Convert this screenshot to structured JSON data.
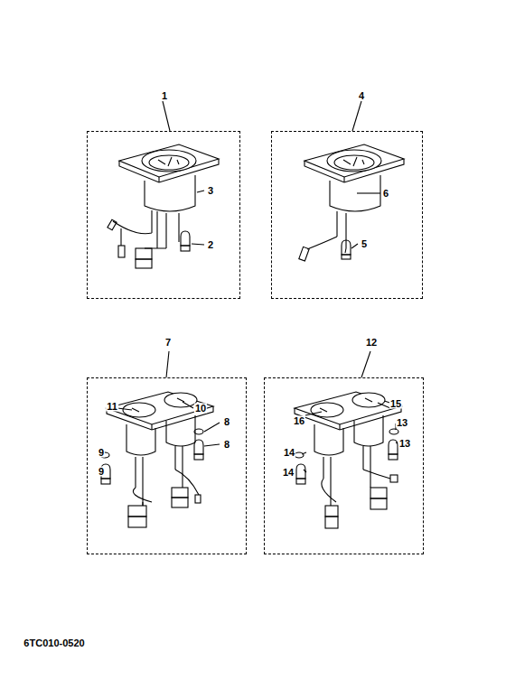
{
  "diagram": {
    "nodes": [
      {
        "text": [
          "1"
        ]
      },
      {
        "text": [
          "4"
        ]
      },
      {
        "text": [
          "7"
        ]
      },
      {
        "text": [
          "12"
        ]
      }
    ],
    "labels": [
      "3",
      "2",
      "6",
      "5",
      "11",
      "10",
      "9",
      "9",
      "8",
      "8",
      "16",
      "15",
      "14",
      "14",
      "13",
      "13",
      "6TC010-0520"
    ]
  }
}
